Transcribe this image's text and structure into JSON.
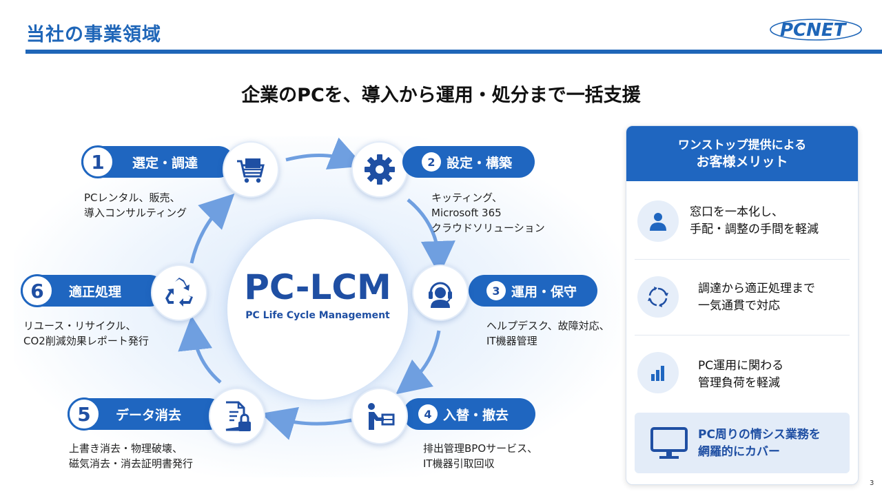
{
  "header": {
    "title": "当社の事業領域",
    "logo_text": "PCNET"
  },
  "headline": "企業のPCを、導入から運用・処分まで一括支援",
  "center": {
    "title": "PC-LCM",
    "subtitle": "PC Life Cycle Management"
  },
  "steps": [
    {
      "number": "1",
      "title": "選定・調達",
      "desc": [
        "PCレンタル、販売、",
        "導入コンサルティング"
      ],
      "icon": "cart-icon"
    },
    {
      "number": "2",
      "title": "設定・構築",
      "desc": [
        "キッティング、",
        "Microsoft 365",
        "クラウドソリューション"
      ],
      "icon": "gear-icon"
    },
    {
      "number": "3",
      "title": "運用・保守",
      "desc": [
        "ヘルプデスク、故障対応、",
        "IT機器管理"
      ],
      "icon": "headset-icon"
    },
    {
      "number": "4",
      "title": "入替・撤去",
      "desc": [
        "排出管理BPOサービス、",
        "IT機器引取回収"
      ],
      "icon": "delivery-icon"
    },
    {
      "number": "5",
      "title": "データ消去",
      "desc": [
        "上書き消去・物理破壊、",
        "磁気消去・消去証明書発行"
      ],
      "icon": "document-lock-icon"
    },
    {
      "number": "6",
      "title": "適正処理",
      "desc": [
        "リユース・リサイクル、",
        "CO2削減効果レポート発行"
      ],
      "icon": "recycle-icon"
    }
  ],
  "side_panel": {
    "heading_line1": "ワンストップ提供による",
    "heading_line2": "お客様メリット",
    "benefits": [
      {
        "line1": "窓口を一本化し、",
        "line2": "手配・調整の手間を軽減",
        "icon": "person-icon"
      },
      {
        "line1": "調達から適正処理まで",
        "line2": "一気通貫で対応",
        "icon": "cycle-arrows-icon"
      },
      {
        "line1": "PC運用に関わる",
        "line2": "管理負荷を軽減",
        "icon": "bar-chart-icon"
      }
    ],
    "highlight": {
      "line1": "PC周りの情シス業務を",
      "line2": "網羅的にカバー",
      "icon": "monitor-icon"
    }
  },
  "page_number": "3",
  "colors": {
    "primary": "#1f66c0",
    "title_blue": "#1f66b8",
    "navy": "#1f4fa3",
    "arrow": "#6f9fe0"
  }
}
